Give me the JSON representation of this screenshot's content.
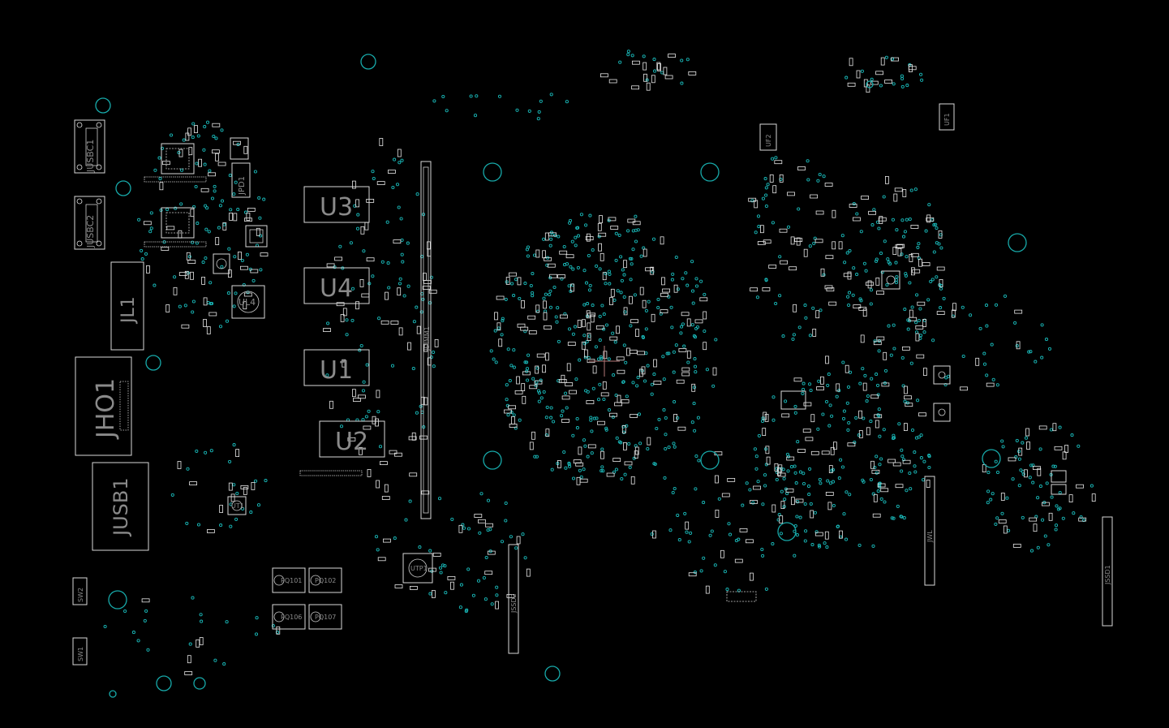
{
  "app": {
    "name": "boardview",
    "colors": {
      "background": "#000000",
      "outline": "#d9d9d9",
      "via": "#19b8b8",
      "label": "#8a8a8a",
      "cursor": "#b57878"
    }
  },
  "components": {
    "jusbc1": "JUSBC1",
    "jusbc2": "JUSBC2",
    "jpd1": "JPD1",
    "jl1": "JL1",
    "jho1": "JHO1",
    "jusb1": "JUSB1",
    "ul4": "UL4",
    "u3": "U3",
    "u4": "U4",
    "u1": "U1",
    "u2": "U2",
    "jdimm1": "JDIMM1",
    "utp1": "UTP1",
    "pq101": "PQ101",
    "pq102": "PQ102",
    "pq106": "PQ106",
    "pq107": "PQ107",
    "jssd2": "JSSD2",
    "uf2": "UF2",
    "uf1": "UF1",
    "jssd1": "JSSD1",
    "jwl": "JWL",
    "sw1": "SW1",
    "sw2": "SW2",
    "ut1": "UT1"
  }
}
